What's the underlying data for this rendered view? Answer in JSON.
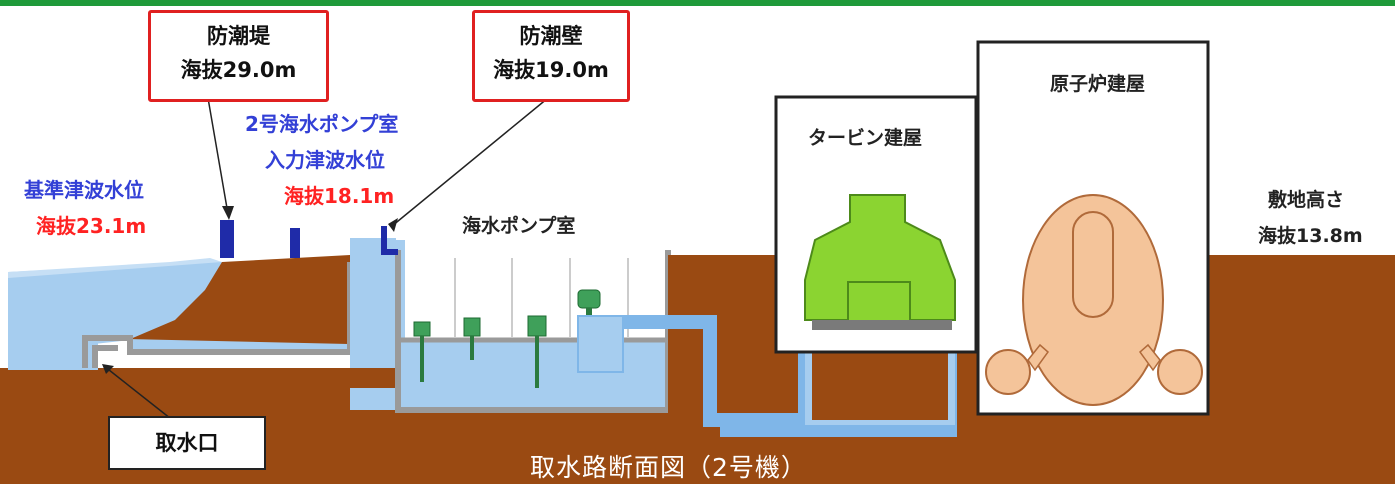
{
  "callouts": {
    "breakwater": {
      "name": "防潮堤",
      "height": "海抜29.0m"
    },
    "seawall": {
      "name": "防潮壁",
      "height": "海抜19.0m"
    }
  },
  "labels": {
    "pump_room_input_line1": "2号海水ポンプ室",
    "pump_room_input_line2": "入力津波水位",
    "pump_room_input_height": "海抜18.1m",
    "standard_tsunami": "基準津波水位",
    "standard_tsunami_height": "海抜23.1m",
    "seawater_pump_room": "海水ポンプ室",
    "turbine_building": "タービン建屋",
    "reactor_building": "原子炉建屋",
    "site_height_label": "敷地高さ",
    "site_height": "海抜13.8m",
    "intake": "取水口"
  },
  "caption": "取水路断面図（2号機）",
  "colors": {
    "ground": "#9a4a12",
    "water": "#a6cdef",
    "structure_blue": "#1f2ba8",
    "equipment_green": "#8bd431",
    "reactor": "#f4c49a",
    "header_bar": "#1f9a3a",
    "callout_border": "#e02020"
  }
}
